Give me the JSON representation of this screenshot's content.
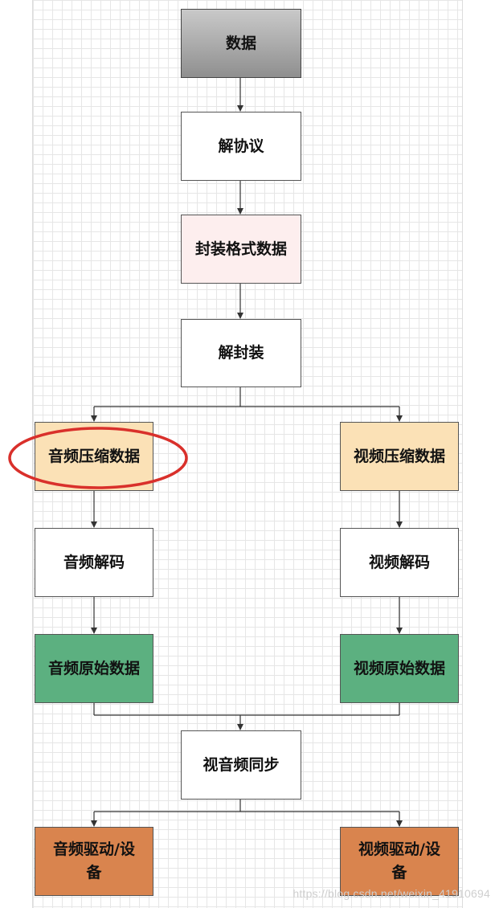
{
  "nodes": {
    "data": {
      "label": "数据",
      "fill": "#8f8f8f"
    },
    "protocol_parse": {
      "label": "解协议",
      "fill": "#ffffff"
    },
    "container_data": {
      "label": "封装格式数据",
      "fill": "#fdeeee"
    },
    "demux": {
      "label": "解封装",
      "fill": "#ffffff"
    },
    "audio_compressed": {
      "label": "音频压缩数据",
      "fill": "#fbe1b6"
    },
    "video_compressed": {
      "label": "视频压缩数据",
      "fill": "#fbe1b6"
    },
    "audio_decode": {
      "label": "音频解码",
      "fill": "#ffffff"
    },
    "video_decode": {
      "label": "视频解码",
      "fill": "#ffffff"
    },
    "audio_raw": {
      "label": "音频原始数据",
      "fill": "#5cb080"
    },
    "video_raw": {
      "label": "视频原始数据",
      "fill": "#5cb080"
    },
    "av_sync": {
      "label": "视音频同步",
      "fill": "#ffffff"
    },
    "audio_device": {
      "label": "音频驱动/设备",
      "fill": "#d9844e"
    },
    "video_device": {
      "label": "视频驱动/设备",
      "fill": "#d9844e"
    }
  },
  "highlight_color": "#d9302b",
  "watermark": "https://blog.csdn.net/weixin_41910694"
}
